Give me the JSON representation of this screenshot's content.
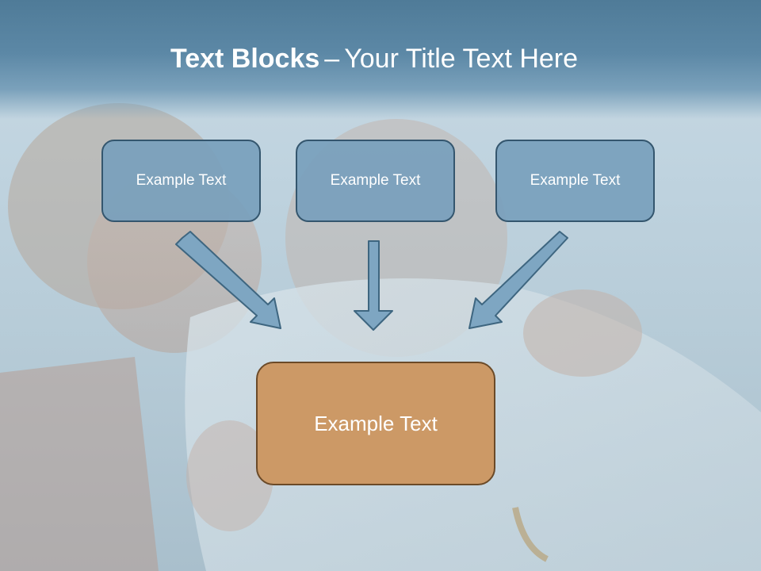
{
  "slide": {
    "title_bold": "Text Blocks",
    "title_dash": "–",
    "title_rest": "Your Title Text Here"
  },
  "blocks": {
    "top_left": "Example Text",
    "top_center": "Example Text",
    "top_right": "Example Text",
    "bottom_main": "Example Text"
  },
  "colors": {
    "top_box_fill": "#78a0bc",
    "top_box_border": "#34566e",
    "main_box_fill": "#cc9966",
    "main_box_border": "#6b4a28",
    "arrow_fill": "#7ea6c2",
    "arrow_stroke": "#3e6680",
    "title_band": "#5c88a6"
  }
}
